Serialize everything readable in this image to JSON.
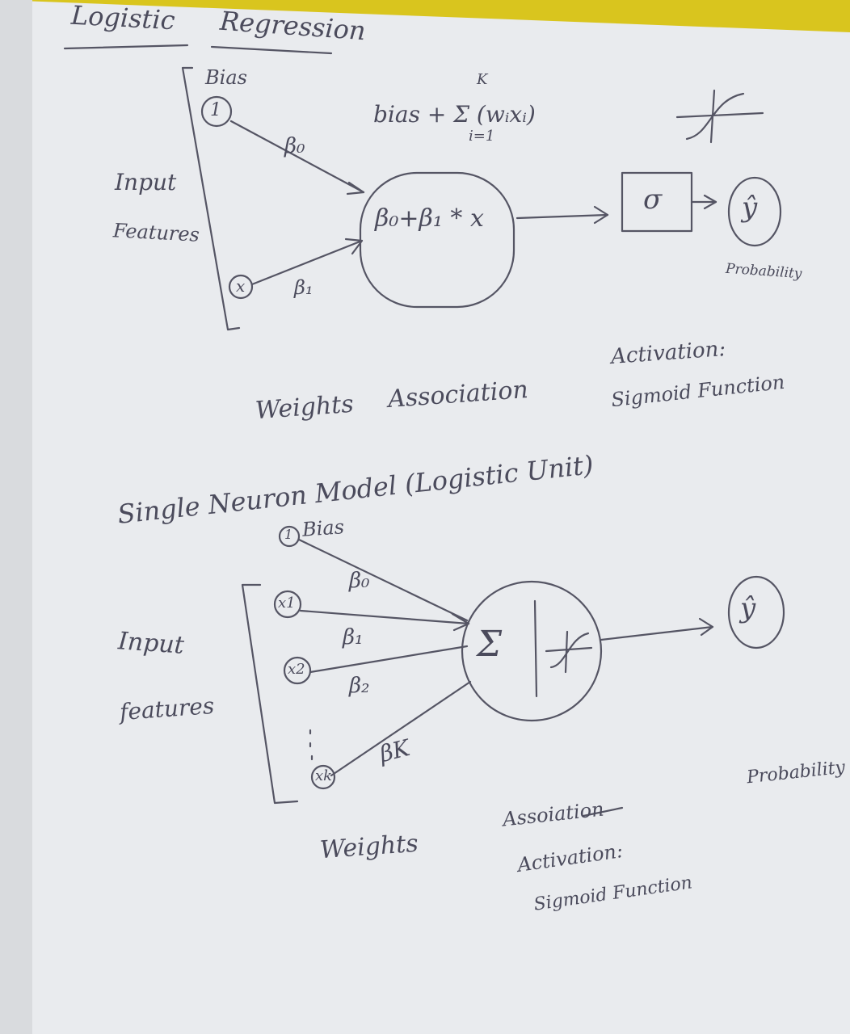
{
  "title": {
    "word1": "Logistic",
    "word2": "Regression"
  },
  "diagram1": {
    "bias_label": "Bias",
    "bias_node": "1",
    "input_node": "x",
    "input_label_line1": "Input",
    "input_label_line2": "Features",
    "weight0": "β₀",
    "weight1": "β₁",
    "formula_top": "bias + Σ (wᵢxᵢ)",
    "sum_upper": "K",
    "sum_lower": "i=1",
    "neuron_expr": "β₀+β₁ * x",
    "sigma_box": "σ",
    "output_node": "ŷ",
    "output_label": "Probability",
    "weights_label": "Weights",
    "association_label": "Association",
    "activation_line1": "Activation:",
    "activation_line2": "Sigmoid Function"
  },
  "diagram2": {
    "heading": "Single Neuron Model (Logistic Unit)",
    "bias_label": "Bias",
    "bias_node": "1",
    "node_x1": "x1",
    "node_x2": "x2",
    "node_xk": "xk",
    "weight0": "β₀",
    "weight1": "β₁",
    "weight2": "β₂",
    "weightk": "βK",
    "input_line1": "Input",
    "input_line2": "features",
    "neuron_sum": "Σ",
    "output_node": "ŷ",
    "output_label": "Probability",
    "weights_label": "Weights",
    "association_label": "Assoiation",
    "activation_line1": "Activation:",
    "activation_line2": "Sigmoid Function"
  }
}
